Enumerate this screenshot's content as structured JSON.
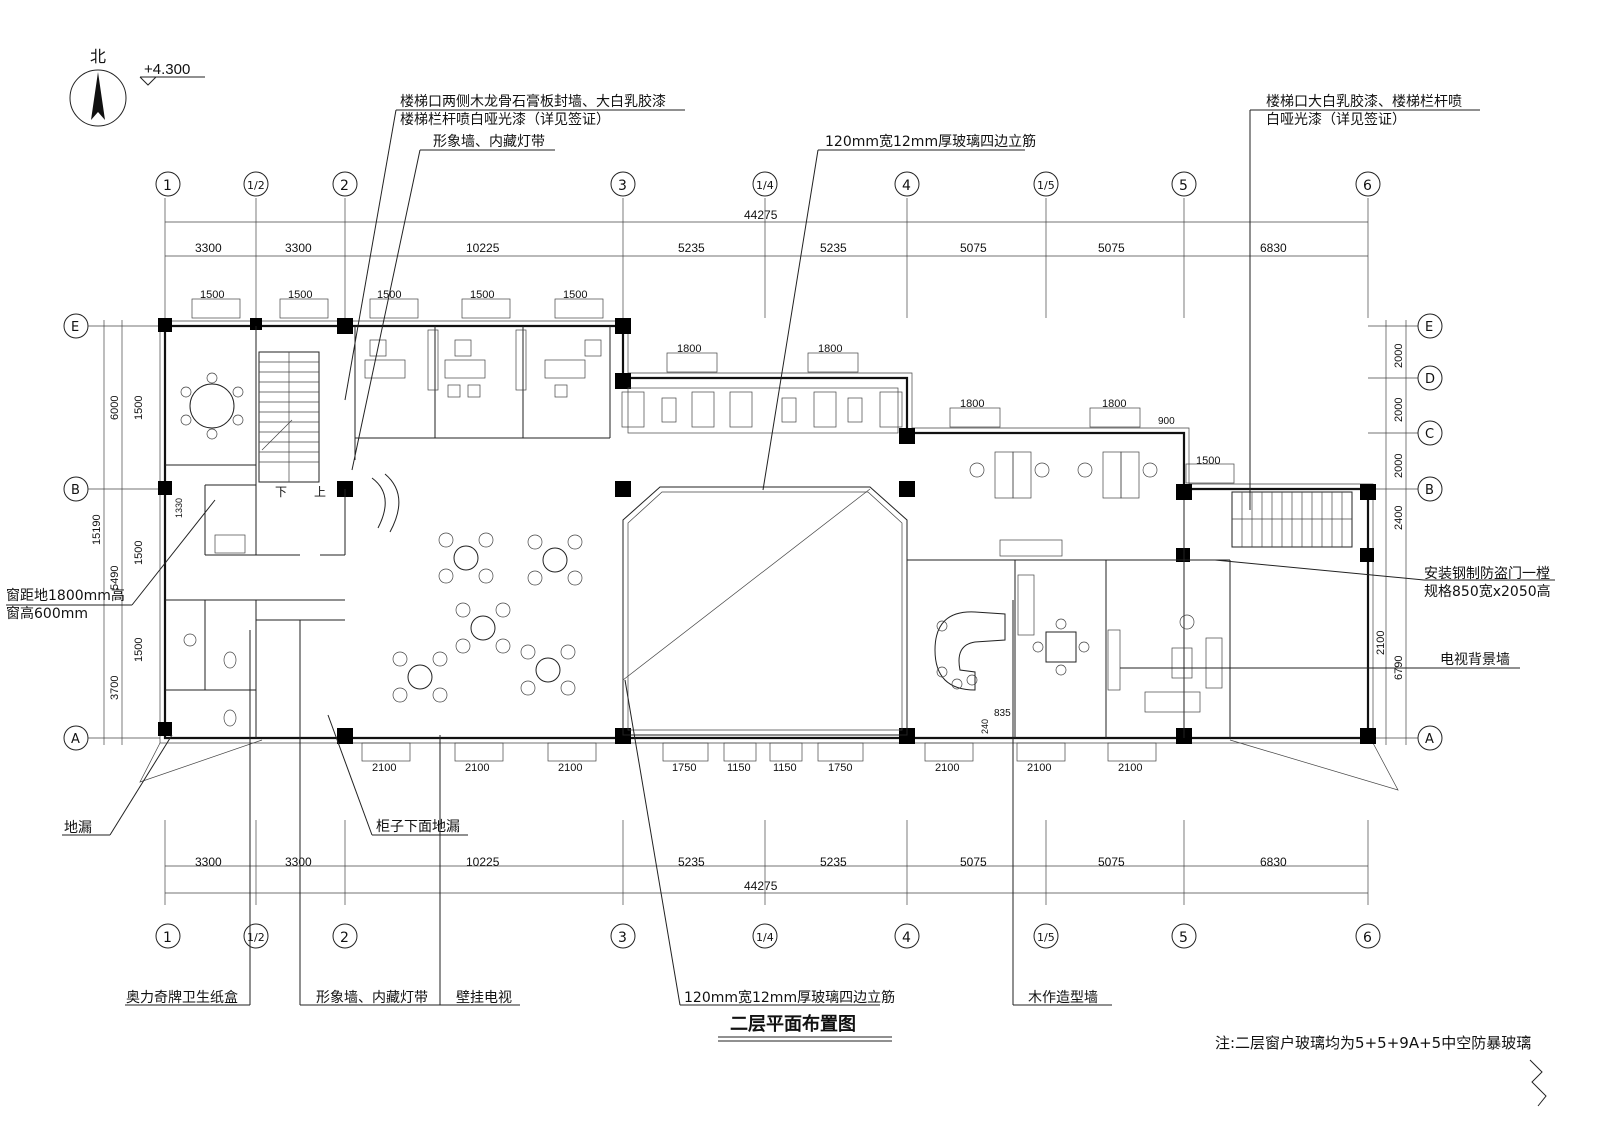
{
  "drawing": {
    "title": "二层平面布置图",
    "elevation": "+4.300",
    "north_label": "北",
    "note": "注:二层窗户玻璃均为5+5+9A+5中空防暴玻璃"
  },
  "dimensions": {
    "total": "44275",
    "top_segments": [
      "3300",
      "3300",
      "10225",
      "5235",
      "5235",
      "5075",
      "5075",
      "6830"
    ],
    "bottom_segments": [
      "3300",
      "3300",
      "10225",
      "5235",
      "5235",
      "5075",
      "5075",
      "6830"
    ],
    "left_segments": [
      "6000",
      "5490",
      "3700"
    ],
    "left_total": "15190",
    "right_segments": [
      "2000",
      "2000",
      "2000",
      "2400",
      "6790"
    ],
    "right_extra": "2100",
    "window_top": [
      "1500",
      "1500",
      "1500",
      "1500",
      "1500",
      "1800",
      "1800",
      "1800",
      "1800",
      "1500"
    ],
    "window_bottom": [
      "2100",
      "2100",
      "2100",
      "1750",
      "1150",
      "1150",
      "1750",
      "2100",
      "2100",
      "2100"
    ],
    "window_left": [
      "1500",
      "1500",
      "1500"
    ],
    "misc": [
      "900",
      "835",
      "240",
      "1330"
    ]
  },
  "axes": {
    "columns": [
      "1",
      "1/2",
      "2",
      "3",
      "1/4",
      "4",
      "1/5",
      "5",
      "6"
    ],
    "rows_left": [
      "E",
      "B",
      "A"
    ],
    "rows_right": [
      "E",
      "D",
      "C",
      "B",
      "A"
    ]
  },
  "callouts": {
    "top_left_1": "楼梯口两侧木龙骨石膏板封墙、大白乳胶漆",
    "top_left_2": "楼梯栏杆喷白哑光漆（详见签证）",
    "image_wall": "形象墙、内藏灯带",
    "glass_top": "120mm宽12mm厚玻璃四边立筋",
    "top_right_1": "楼梯口大白乳胶漆、楼梯栏杆喷",
    "top_right_2": "白哑光漆（详见签证）",
    "window_1": "窗距地1800mm高",
    "window_2": "窗高600mm",
    "security_door_1": "安装钢制防盗门一樘",
    "security_door_2": "规格850宽x2050高",
    "tv_wall": "电视背景墙",
    "floor_drain": "地漏",
    "cabinet_drain": "柜子下面地漏",
    "tissue_box": "奥力奇牌卫生纸盒",
    "image_wall_bottom": "形象墙、内藏灯带",
    "wall_tv": "壁挂电视",
    "glass_bottom": "120mm宽12mm厚玻璃四边立筋",
    "wood_wall": "木作造型墙"
  },
  "stair_labels": {
    "down": "下",
    "up": "上"
  }
}
